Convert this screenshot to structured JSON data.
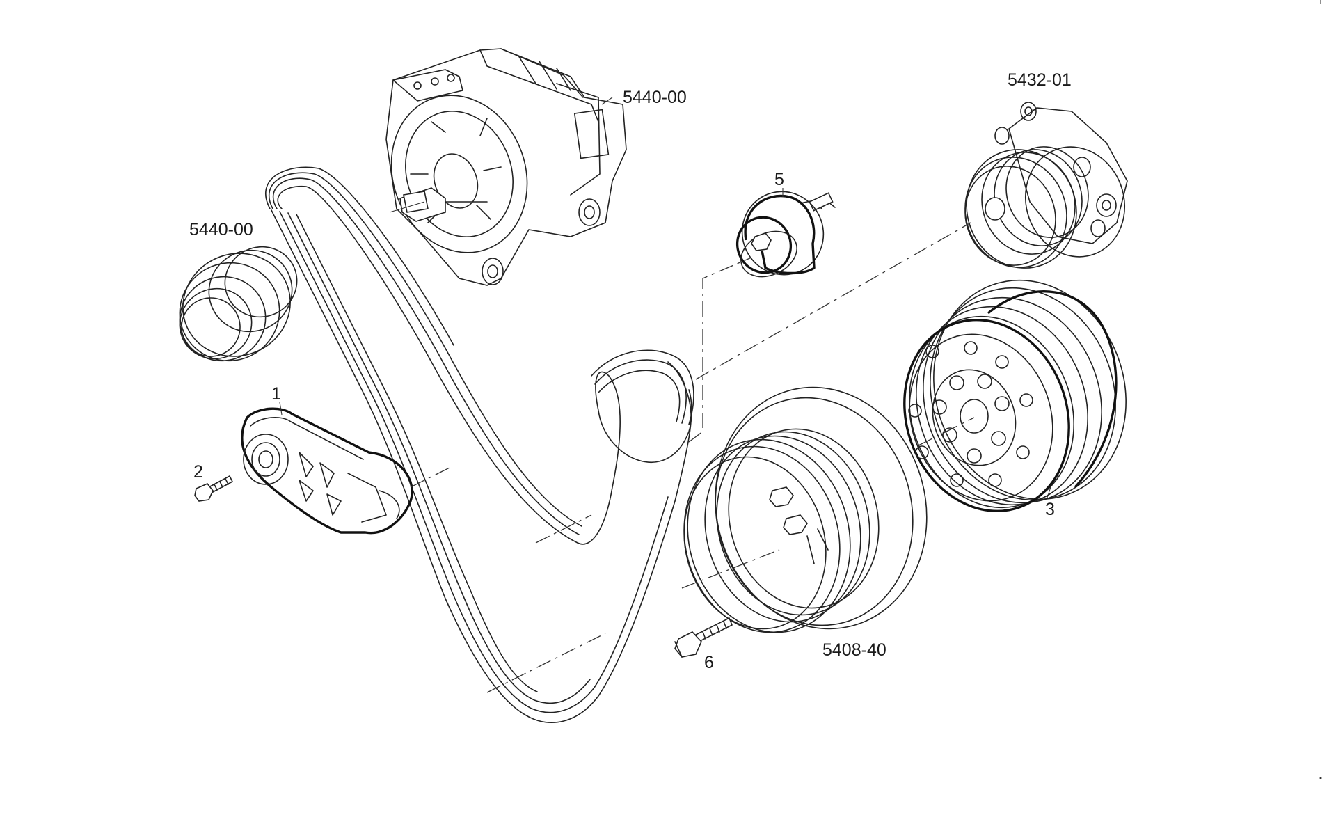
{
  "diagram": {
    "labels": {
      "alternator": "5440-00",
      "alternator_pulley": "5440-00",
      "water_pump": "5432-01",
      "damper": "5408-40",
      "tensioner": "1",
      "tensioner_bolt": "2",
      "pulley_3": "3",
      "idler": "5",
      "damper_bolt": "6"
    }
  }
}
